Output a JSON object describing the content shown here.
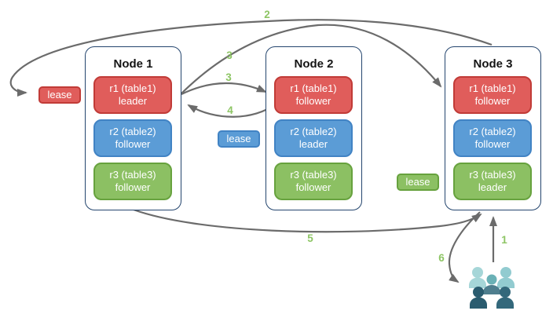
{
  "nodes": [
    {
      "title": "Node 1",
      "replicas": [
        {
          "name": "r1 (table1)",
          "role": "leader",
          "color": "#e05d5b"
        },
        {
          "name": "r2 (table2)",
          "role": "follower",
          "color": "#5b9cd6"
        },
        {
          "name": "r3 (table3)",
          "role": "follower",
          "color": "#8cc063"
        }
      ]
    },
    {
      "title": "Node 2",
      "replicas": [
        {
          "name": "r1 (table1)",
          "role": "follower",
          "color": "#e05d5b"
        },
        {
          "name": "r2 (table2)",
          "role": "leader",
          "color": "#5b9cd6"
        },
        {
          "name": "r3 (table3)",
          "role": "follower",
          "color": "#8cc063"
        }
      ]
    },
    {
      "title": "Node 3",
      "replicas": [
        {
          "name": "r1 (table1)",
          "role": "follower",
          "color": "#e05d5b"
        },
        {
          "name": "r2 (table2)",
          "role": "follower",
          "color": "#5b9cd6"
        },
        {
          "name": "r3 (table3)",
          "role": "leader",
          "color": "#8cc063"
        }
      ]
    }
  ],
  "leases": {
    "red": {
      "label": "lease",
      "color": "#e05d5b"
    },
    "blue": {
      "label": "lease",
      "color": "#5b9cd6"
    },
    "green": {
      "label": "lease",
      "color": "#8cc063"
    }
  },
  "arrow_labels": {
    "step1": "1",
    "step2": "2",
    "step3_to_node3": "3",
    "step3_to_node2": "3",
    "step4": "4",
    "step5": "5",
    "step6": "6"
  },
  "icons": {
    "clients": "users-group-icon"
  },
  "colors": {
    "replica_red": "#e05d5b",
    "replica_blue": "#5b9cd6",
    "replica_green": "#8cc063",
    "node_border": "#24456e",
    "arrow_gray": "#6b6b6b",
    "step_label_green": "#8dc564",
    "clients_light_teal": "#a6d6d8",
    "clients_mid_teal": "#6ab1b6",
    "clients_dark_teal": "#2a5c6f"
  }
}
